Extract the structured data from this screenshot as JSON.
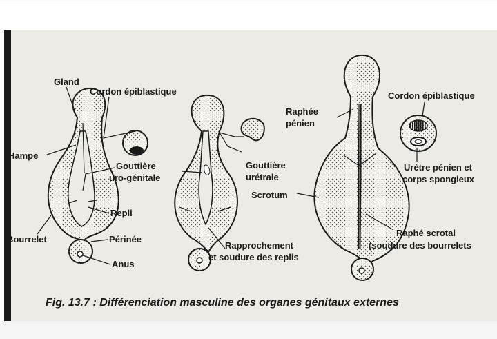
{
  "labels": {
    "gland": "Gland",
    "cordon1": "Cordon épiblastique",
    "hampe": "Hampe",
    "gouttiere_ug": [
      "Gouttière",
      "uro-génitale"
    ],
    "repli": "Repli",
    "bourrelet": "Bourrelet",
    "perinee": "Périnée",
    "anus": "Anus",
    "gouttiere_ur": [
      "Gouttière",
      "urétrale"
    ],
    "rapprochement": [
      "Rapprochement",
      "et soudure des replis"
    ],
    "raphe_penien": [
      "Raphée",
      "pénien"
    ],
    "scrotum": "Scrotum",
    "raphe_scrotal": [
      "Raphé scrotal",
      "(soudure des bourrelets"
    ],
    "cordon2": "Cordon épiblastique",
    "uretre": [
      "Urètre pénien et",
      "corps spongieux"
    ]
  },
  "caption": "Fig. 13.7 : Différenciation masculine des organes génitaux externes",
  "colors": {
    "ink": "#1a1a1a",
    "paper": "#ecebe6"
  }
}
